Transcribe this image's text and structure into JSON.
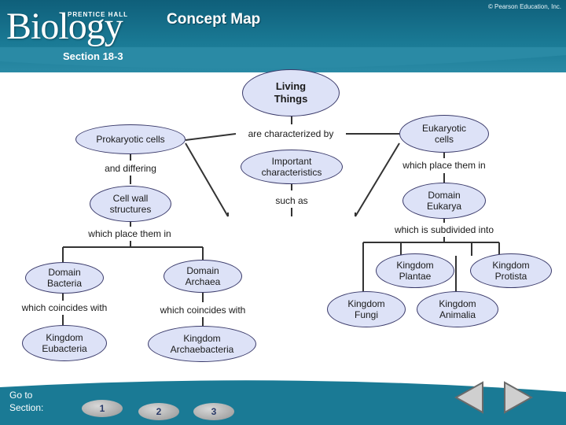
{
  "header": {
    "logo_text": "Biology",
    "logo_publisher": "PRENTICE HALL",
    "copyright": "© Pearson Education, Inc.",
    "title": "Concept Map",
    "section": "Section 18-3"
  },
  "nodes": {
    "living_things": "Living\nThings",
    "are_characterized_by": "are characterized by",
    "prokaryotic_cells": "Prokaryotic cells",
    "eukaryotic_cells": "Eukaryotic\ncells",
    "and_differing": "and differing",
    "important_characteristics": "Important\ncharacteristics",
    "which_place_them_in_right": "which place them in",
    "cell_wall_structures": "Cell wall\nstructures",
    "such_as": "such as",
    "domain_eukarya": "Domain\nEukarya",
    "which_place_them_in_left": "which place them in",
    "which_is_subdivided_into": "which is subdivided into",
    "domain_bacteria": "Domain\nBacteria",
    "domain_archaea": "Domain\nArchaea",
    "kingdom_plantae": "Kingdom\nPlantae",
    "kingdom_protista": "Kingdom\nProtista",
    "which_coincides_with_left": "which coincides with",
    "which_coincides_with_mid": "which coincides with",
    "kingdom_fungi": "Kingdom\nFungi",
    "kingdom_animalia": "Kingdom\nAnimalia",
    "kingdom_eubacteria": "Kingdom\nEubacteria",
    "kingdom_archaebacteria": "Kingdom\nArchaebacteria"
  },
  "footer": {
    "goto_label": "Go to\nSection:",
    "buttons": [
      "1",
      "2",
      "3"
    ]
  },
  "colors": {
    "header_teal": "#1a7a95",
    "oval_fill": "#dde2f7",
    "oval_border": "#3a3a6a",
    "line": "#333333"
  }
}
